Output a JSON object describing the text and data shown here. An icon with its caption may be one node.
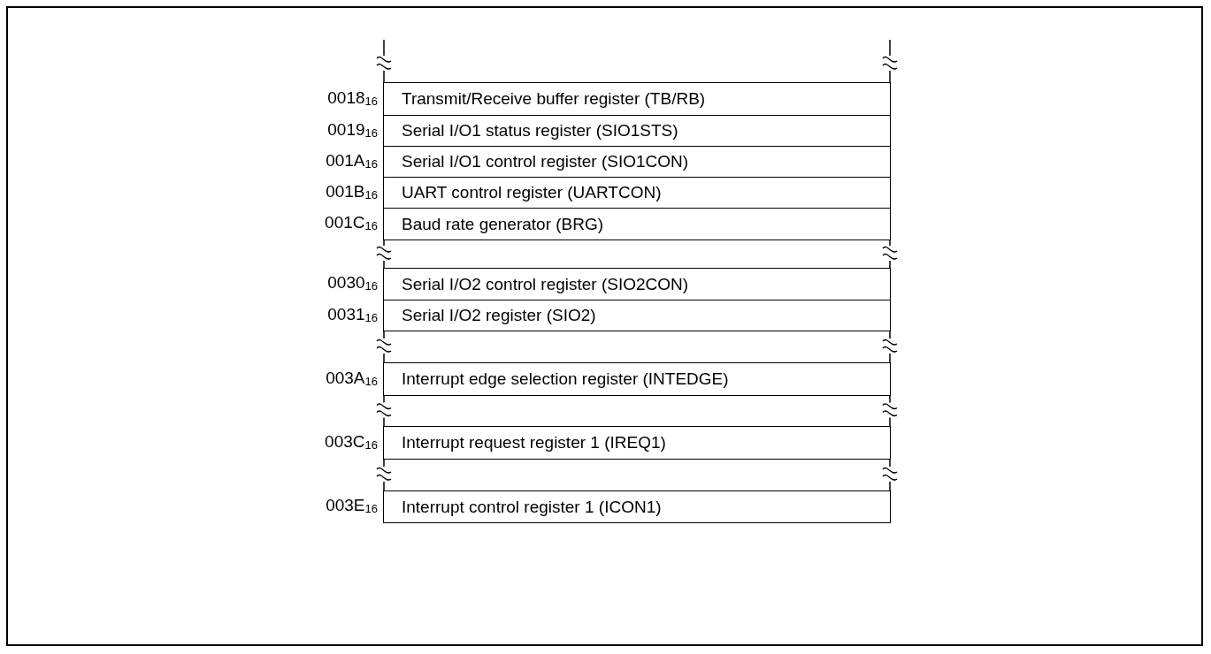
{
  "diagram": {
    "nodes": [
      {
        "text": [
          "Transmit/Receive buffer register (TB/RB)"
        ],
        "beside": [
          "0018$_{16}$"
        ]
      },
      {
        "text": [
          "Serial I/O1 status register (SIO1STS)"
        ],
        "beside": [
          "0019$_{16}$"
        ]
      },
      {
        "text": [
          "Serial I/O1 control register (SIO1CON)"
        ],
        "beside": [
          "001A$_{16}$"
        ]
      },
      {
        "text": [
          "UART control register (UARTCON)"
        ],
        "beside": [
          "001B$_{16}$"
        ]
      },
      {
        "text": [
          "Baud rate generator (BRG)"
        ],
        "beside": [
          "001C$_{16}$"
        ]
      },
      {
        "text": [
          "Serial I/O2 control register (SIO2CON)"
        ],
        "beside": [
          "0030$_{16}$"
        ]
      },
      {
        "text": [
          "Serial I/O2 register (SIO2)"
        ],
        "beside": [
          "0031$_{16}$"
        ]
      },
      {
        "text": [
          "Interrupt edge selection register (INTEDGE)"
        ],
        "beside": [
          "003A$_{16}$"
        ]
      },
      {
        "text": [
          "Interrupt request register 1 (IREQ1)"
        ],
        "beside": [
          "003C$_{16}$"
        ]
      },
      {
        "text": [
          "Interrupt control register 1 (ICON1)"
        ],
        "beside": [
          "003E$_{16}$"
        ]
      }
    ]
  }
}
